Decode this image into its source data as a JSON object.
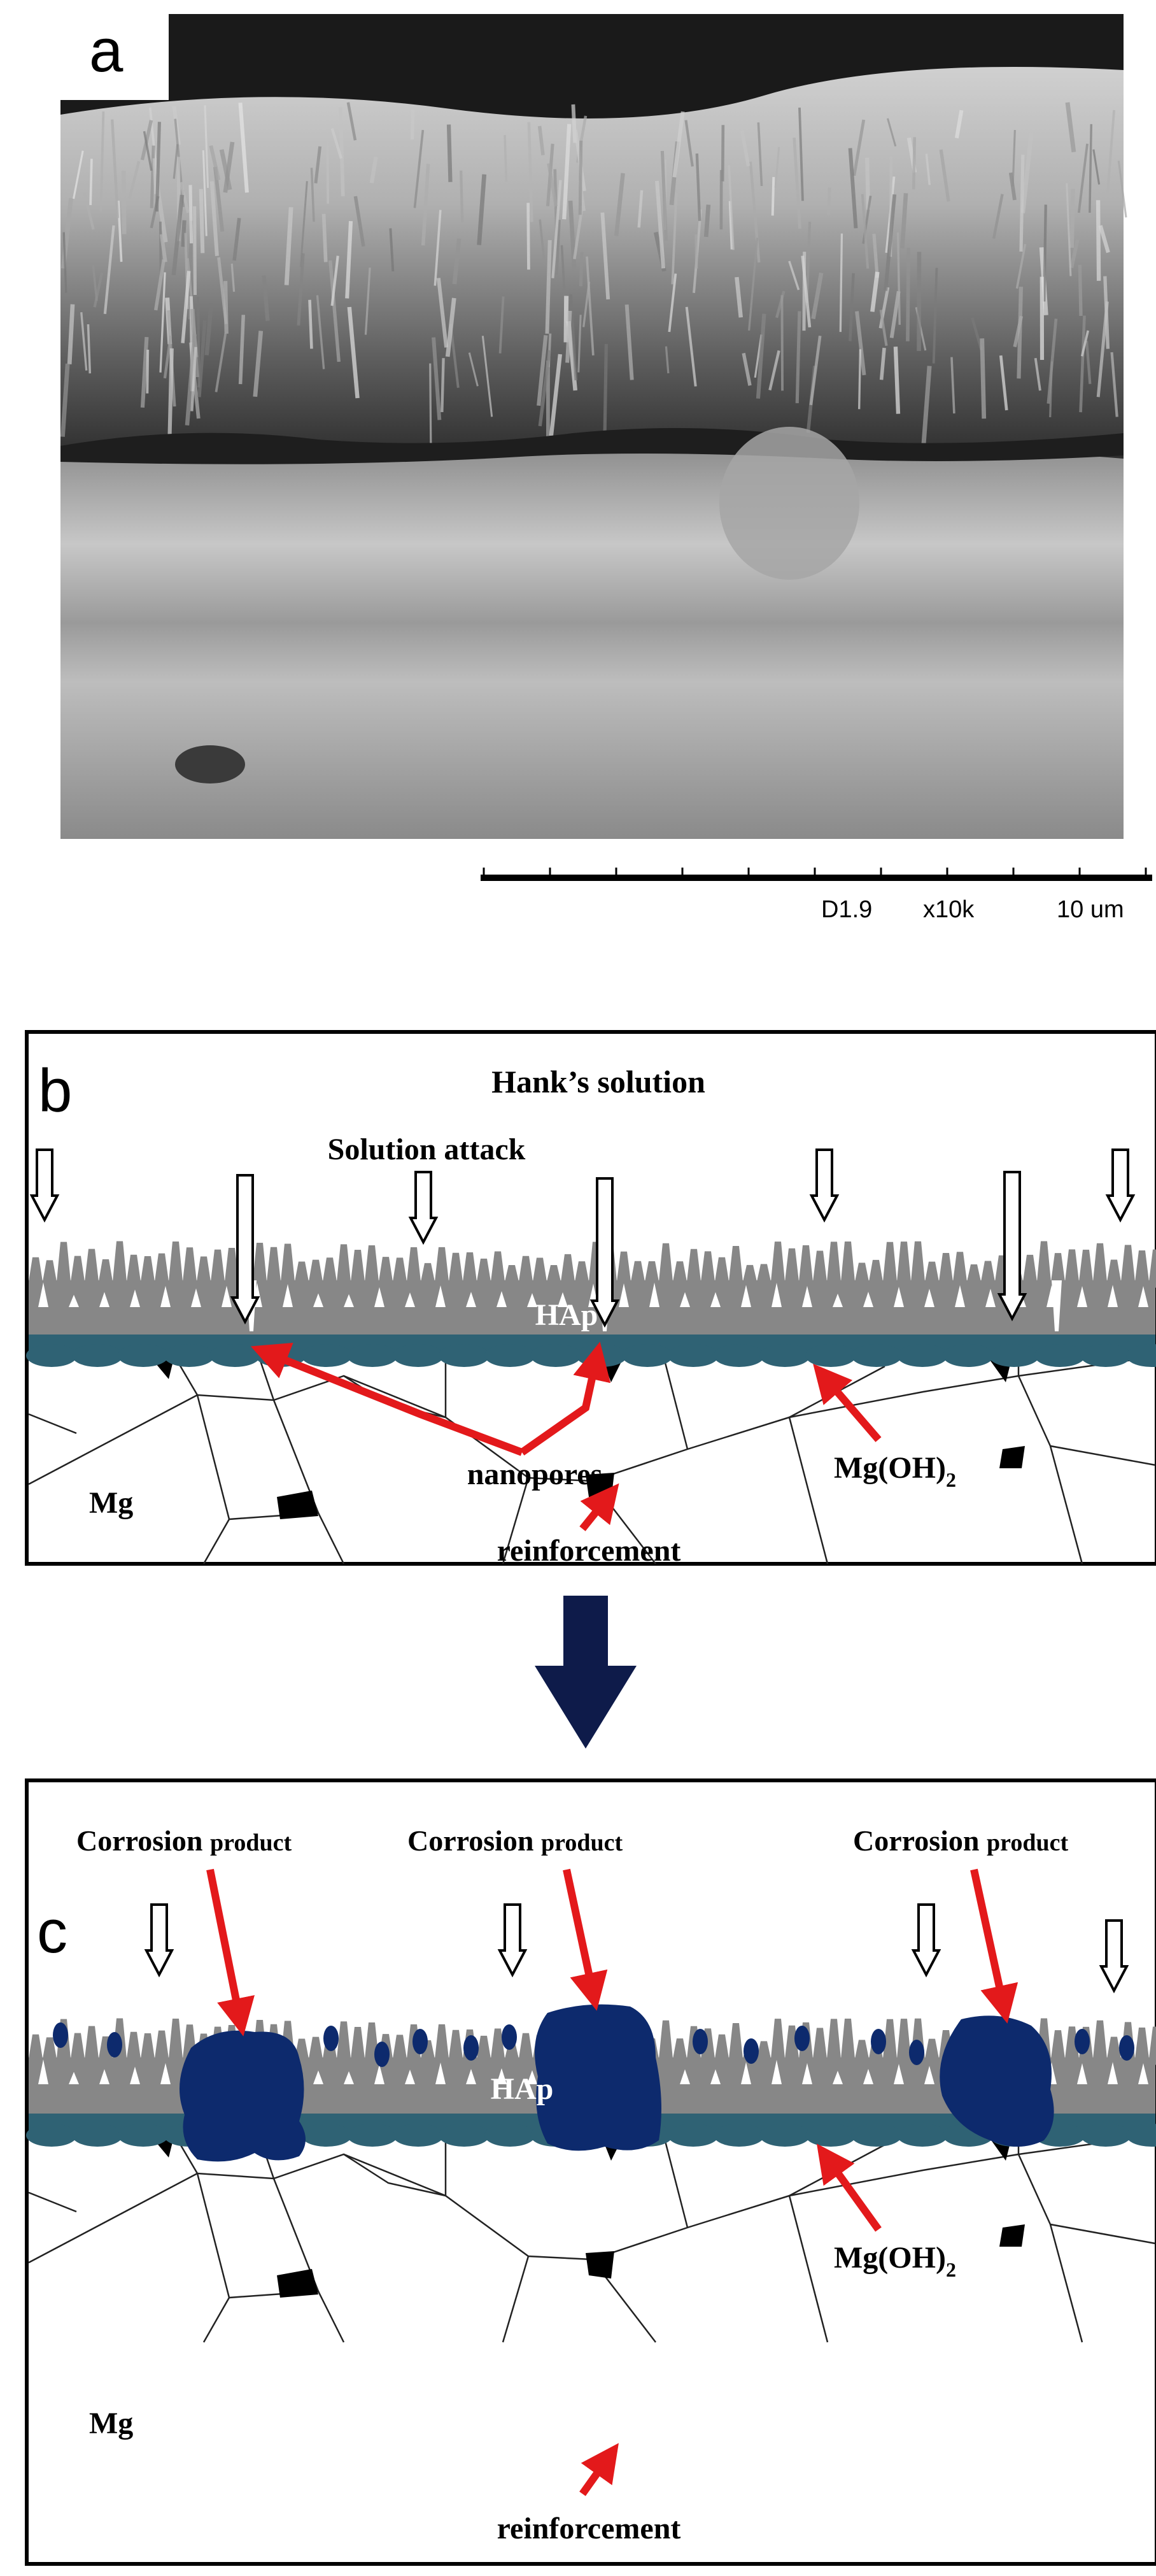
{
  "panel_a": {
    "letter": "a",
    "scale": {
      "detector": "D1.9",
      "magnification": "x10k",
      "bar": "10 um"
    }
  },
  "panel_b": {
    "letter": "b",
    "solution": "Hank’s solution",
    "attack": "Solution attack",
    "hap": "HAp",
    "nanopores": "nanopores",
    "mgoh2": "Mg(OH)",
    "mgoh2_sub": "2",
    "mg": "Mg",
    "reinforcement": "reinforcement"
  },
  "panel_c": {
    "letter": "c",
    "corrosion_main": "Corrosion",
    "corrosion_small": "product",
    "hap": "HAp",
    "mgoh2": "Mg(OH)",
    "mgoh2_sub": "2",
    "mg": "Mg",
    "reinforcement": "reinforcement"
  },
  "colors": {
    "hap": "#878787",
    "mgoh2": "#2f6274",
    "corrosion": "#0d2a6d",
    "arrow_red": "#e3191b",
    "transition_arrow": "#0e1b4a"
  }
}
